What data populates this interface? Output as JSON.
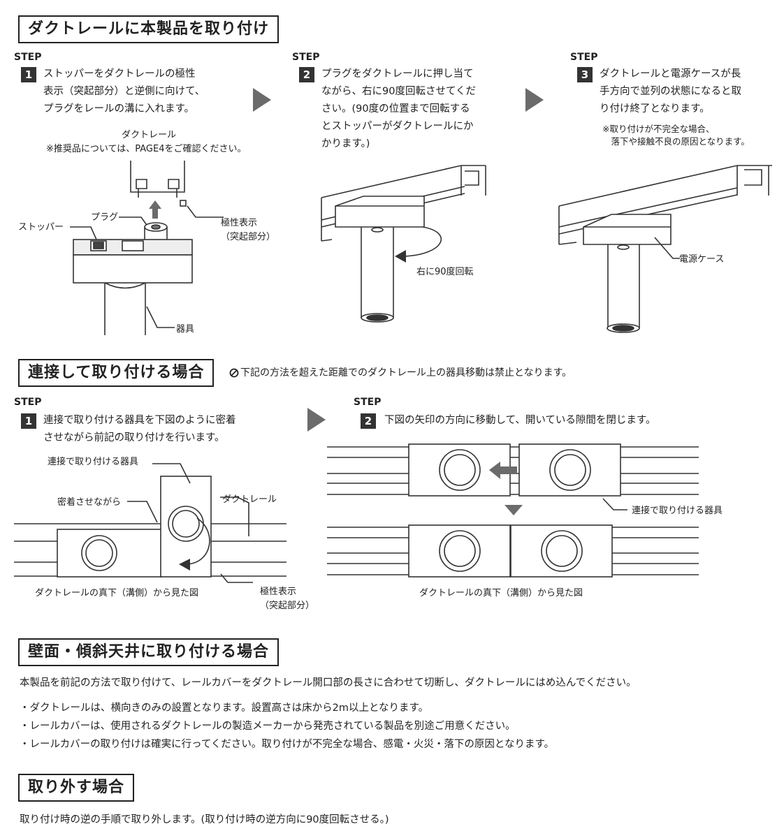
{
  "section1": {
    "title": "ダクトレールに本製品を取り付け",
    "steps": [
      {
        "step": "STEP",
        "num": "1",
        "text": "ストッパーをダクトレールの極性\n表示（突起部分）と逆側に向けて、\nプラグをレールの溝に入れます。"
      },
      {
        "step": "STEP",
        "num": "2",
        "text": "プラグをダクトレールに押し当て\nながら、右に90度回転させてくだ\nさい。(90度の位置まで回転する\nとストッパーがダクトレールにか\nかります。)"
      },
      {
        "step": "STEP",
        "num": "3",
        "text": "ダクトレールと電源ケースが長\n手方向で並列の状態になると取\nり付け終了となります。",
        "note": "※取り付けが不完全な場合、\n　落下や接触不良の原因となります。"
      }
    ],
    "fig1": {
      "rail_label": "ダクトレール",
      "rail_note": "※推奨品については、PAGE4をご確認ください。",
      "stopper": "ストッパー",
      "plug": "プラグ",
      "polarity": "極性表示\n（突起部分）",
      "fixture": "器具"
    },
    "fig2": {
      "rotate": "右に90度回転"
    },
    "fig3": {
      "power_case": "電源ケース"
    }
  },
  "section2": {
    "title": "連接して取り付ける場合",
    "warning_icon": "prohibited-icon",
    "warning": "下記の方法を超えた距離でのダクトレール上の器具移動は禁止となります。",
    "steps": [
      {
        "step": "STEP",
        "num": "1",
        "text": "連接で取り付ける器具を下図のように密着\nさせながら前記の取り付けを行います。"
      },
      {
        "step": "STEP",
        "num": "2",
        "text": "下図の矢印の方向に移動して、開いている隙間を閉じます。"
      }
    ],
    "fig1": {
      "fixture": "連接で取り付ける器具",
      "close": "密着させながら",
      "rail": "ダクトレール",
      "polarity": "極性表示\n（突起部分）",
      "caption": "ダクトレールの真下（溝側）から見た図"
    },
    "fig2": {
      "fixture": "連接で取り付ける器具",
      "caption": "ダクトレールの真下（溝側）から見た図"
    }
  },
  "section3": {
    "title": "壁面・傾斜天井に取り付ける場合",
    "body": "本製品を前記の方法で取り付けて、レールカバーをダクトレール開口部の長さに合わせて切断し、ダクトレールにはめ込んでください。",
    "bullets": [
      "・ダクトレールは、横向きのみの設置となります。設置高さは床から2m以上となります。",
      "・レールカバーは、使用されるダクトレールの製造メーカーから発売されている製品を別途ご用意ください。",
      "・レールカバーの取り付けは確実に行ってください。取り付けが不完全な場合、感電・火災・落下の原因となります。"
    ]
  },
  "section4": {
    "title": "取り外す場合",
    "body": "取り付け時の逆の手順で取り外します。(取り付け時の逆方向に90度回転させる。)"
  },
  "colors": {
    "text": "#222222",
    "badge": "#333333",
    "arrow": "#6b6b6b",
    "line": "#333333"
  }
}
